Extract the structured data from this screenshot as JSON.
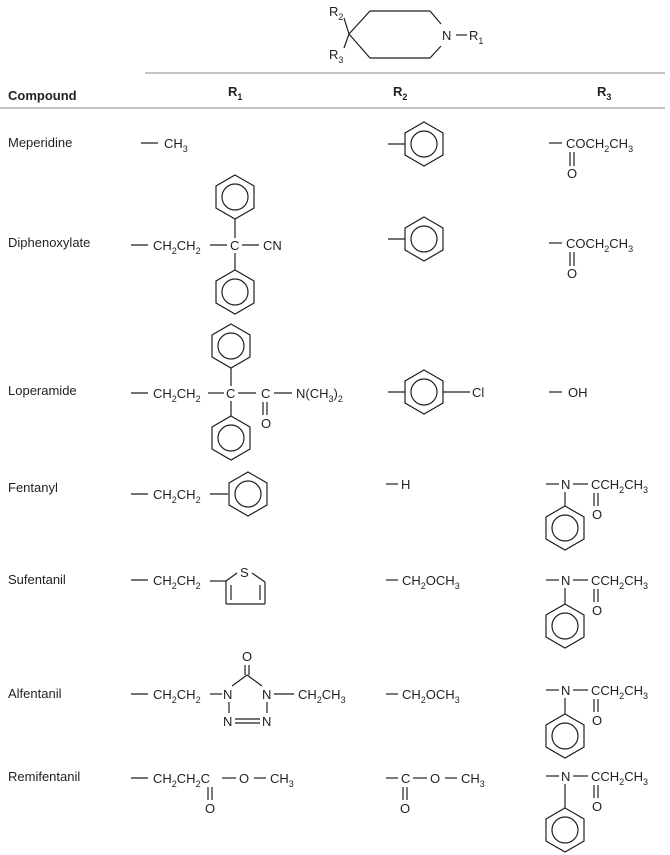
{
  "core": {
    "r2": "R",
    "r2_sub": "2",
    "r3": "R",
    "r3_sub": "3",
    "n": "N",
    "r1": "R",
    "r1_sub": "1"
  },
  "header": {
    "compound": "Compound",
    "r1": "R",
    "r1_sub": "1",
    "r2": "R",
    "r2_sub": "2",
    "r3": "R",
    "r3_sub": "3"
  },
  "rows": [
    {
      "name": "Meperidine",
      "r1": "CH",
      "r1_sub": "3",
      "r3_main": "COCH",
      "r3_sub1": "2",
      "r3_tail": "CH",
      "r3_sub2": "3",
      "r3_o": "O"
    },
    {
      "name": "Diphenoxylate",
      "r1_a": "CH",
      "r1_a_sub": "2",
      "r1_b": "CH",
      "r1_b_sub": "2",
      "r1_c": "C",
      "r1_cn": "CN",
      "r3_main": "COCH",
      "r3_sub1": "2",
      "r3_tail": "CH",
      "r3_sub2": "3",
      "r3_o": "O"
    },
    {
      "name": "Loperamide",
      "r1_a": "CH",
      "r1_a_sub": "2",
      "r1_b": "CH",
      "r1_b_sub": "2",
      "r1_c": "C",
      "r1_c2": "C",
      "r1_o": "O",
      "r1_n": "N(CH",
      "r1_n_sub": "3",
      "r1_n_tail": ")",
      "r1_n_sub2": "2",
      "r2_cl": "Cl",
      "r3": "OH"
    },
    {
      "name": "Fentanyl",
      "r1_a": "CH",
      "r1_a_sub": "2",
      "r1_b": "CH",
      "r1_b_sub": "2",
      "r2": "H",
      "r3_n": "N",
      "r3_c": "C",
      "r3_ch": "CH",
      "r3_sub1": "2",
      "r3_tail": "CH",
      "r3_sub2": "3",
      "r3_o": "O"
    },
    {
      "name": "Sufentanil",
      "r1_a": "CH",
      "r1_a_sub": "2",
      "r1_b": "CH",
      "r1_b_sub": "2",
      "r1_s": "S",
      "r2": "CH",
      "r2_sub": "2",
      "r2_tail": "OCH",
      "r2_sub2": "3",
      "r3_n": "N",
      "r3_c": "C",
      "r3_ch": "CH",
      "r3_sub1": "2",
      "r3_tail": "CH",
      "r3_sub2": "3",
      "r3_o": "O"
    },
    {
      "name": "Alfentanil",
      "r1_a": "CH",
      "r1_a_sub": "2",
      "r1_b": "CH",
      "r1_b_sub": "2",
      "r1_n1": "N",
      "r1_n2": "N",
      "r1_n3": "N",
      "r1_n4": "N",
      "r1_o": "O",
      "r1_e": "CH",
      "r1_e_sub": "2",
      "r1_f": "CH",
      "r1_f_sub": "3",
      "r2": "CH",
      "r2_sub": "2",
      "r2_tail": "OCH",
      "r2_sub2": "3",
      "r3_n": "N",
      "r3_c": "C",
      "r3_ch": "CH",
      "r3_sub1": "2",
      "r3_tail": "CH",
      "r3_sub2": "3",
      "r3_o": "O"
    },
    {
      "name": "Remifentanil",
      "r1_a": "CH",
      "r1_a_sub": "2",
      "r1_b": "CH",
      "r1_b_sub": "2",
      "r1_c": "C",
      "r1_o": "O",
      "r1_oo": "O",
      "r1_me": "CH",
      "r1_me_sub": "3",
      "r2_c": "C",
      "r2_o": "O",
      "r2_oo": "O",
      "r2_me": "CH",
      "r2_me_sub": "3",
      "r3_n": "N",
      "r3_c": "C",
      "r3_ch": "CH",
      "r3_sub1": "2",
      "r3_tail": "CH",
      "r3_sub2": "3",
      "r3_o": "O"
    }
  ]
}
